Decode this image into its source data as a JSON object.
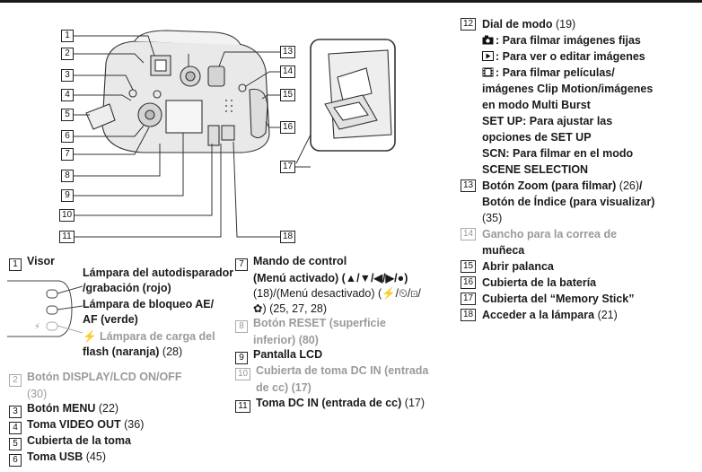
{
  "items": {
    "n1": "1",
    "n2": "2",
    "n3": "3",
    "n4": "4",
    "n5": "5",
    "n6": "6",
    "n7": "7",
    "n8": "8",
    "n9": "9",
    "n10": "10",
    "n11": "11",
    "n12": "12",
    "n13": "13",
    "n14": "14",
    "n15": "15",
    "n16": "16",
    "n17": "17",
    "n18": "18"
  },
  "col1": {
    "visor": "Visor",
    "lamp1a": "Lámpara del autodisparador",
    "lamp1b": "/grabación (rojo)",
    "lamp2a": "Lámpara de bloqueo AE/",
    "lamp2b": "AF (verde)",
    "lamp3a": "Lámpara de carga del",
    "lamp3b": "flash (naranja)",
    "lamp3_page": "(28)",
    "item2": "Botón DISPLAY/LCD ON/OFF",
    "item2_page": "(30)",
    "item3": "Botón MENU",
    "item3_page": "(22)",
    "item4": "Toma VIDEO OUT",
    "item4_page": "(36)",
    "item5": "Cubierta de la toma",
    "item6": "Toma USB",
    "item6_page": "(45)"
  },
  "col2": {
    "item7a": "Mando de control",
    "item7b": "(Menú activado) (▲/▼/◀/▶/●)",
    "item7c": "(18)/(Menú desactivado) (⚡/⏲/⊡/",
    "item7d": "✿) (25, 27, 28)",
    "item8a": "Botón RESET (superficie",
    "item8b": "inferior) (80)",
    "item9": "Pantalla LCD",
    "item10a": "Cubierta de toma DC IN (entrada",
    "item10b": "de cc) (17)",
    "item11": "Toma DC IN (entrada de cc)",
    "item11_page": "(17)"
  },
  "col3": {
    "item12": "Dial de modo",
    "item12_page": "(19)",
    "item12_sub1": ": Para filmar imágenes fijas",
    "item12_sub2": ": Para ver o editar imágenes",
    "item12_sub3a": ": Para filmar películas/",
    "item12_sub3b": "imágenes Clip Motion/imágenes",
    "item12_sub3c": "en modo Multi Burst",
    "item12_sub4a": "SET UP: Para ajustar las",
    "item12_sub4b": "opciones de SET UP",
    "item12_sub5a": "SCN: Para filmar en el modo",
    "item12_sub5b": "SCENE SELECTION",
    "item13a": "Botón Zoom (para filmar)",
    "item13a_page": "(26)",
    "item13b": "Botón de Índice (para visualizar)",
    "item13c": "(35)",
    "item14a": "Gancho para la correa de",
    "item14b": "muñeca",
    "item15": "Abrir palanca",
    "item16": "Cubierta de la batería",
    "item17": "Cubierta del “Memory Stick”",
    "item18": "Acceder a la lámpara",
    "item18_page": "(21)"
  },
  "colors": {
    "text": "#1a1a1a",
    "grey_text": "#9a9a9a",
    "line": "#222222"
  }
}
